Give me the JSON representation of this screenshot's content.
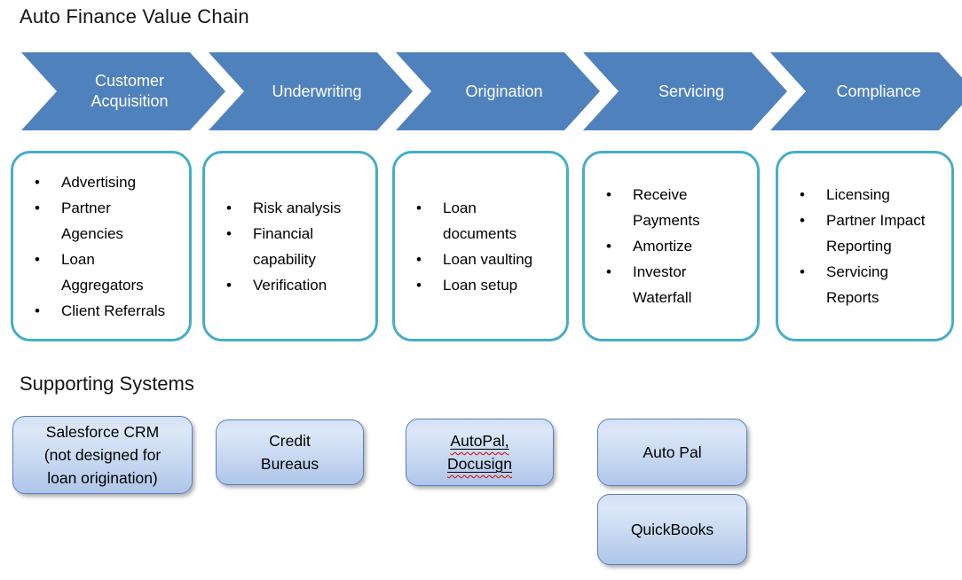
{
  "title": "Auto Finance Value Chain",
  "bullet_char": "•",
  "stages": [
    {
      "label": "Customer Acquisition",
      "items": [
        "Advertising",
        "Partner Agencies",
        "Loan Aggregators",
        "Client Referrals"
      ]
    },
    {
      "label": "Underwriting",
      "items": [
        "Risk analysis",
        "Financial capability",
        "Verification"
      ]
    },
    {
      "label": "Origination",
      "items": [
        "Loan documents",
        "Loan vaulting",
        "Loan setup"
      ]
    },
    {
      "label": "Servicing",
      "items": [
        "Receive Payments",
        "Amortize",
        "Investor Waterfall"
      ]
    },
    {
      "label": "Compliance",
      "items": [
        "Licensing",
        "Partner Impact Reporting",
        "Servicing Reports"
      ]
    }
  ],
  "supporting": {
    "heading": "Supporting Systems",
    "systems": [
      {
        "name": "Salesforce CRM (not designed for loan origination)",
        "lines": [
          "Salesforce CRM",
          "(not designed for",
          "loan origination)"
        ]
      },
      {
        "name": "Credit Bureaus",
        "lines": [
          "Credit",
          "Bureaus"
        ]
      },
      {
        "name": "AutoPal, Docusign",
        "lines": [
          "AutoPal,",
          "Docusign"
        ],
        "underlined": true,
        "spellcheck_flagged": true
      },
      {
        "name": "Auto Pal",
        "lines": [
          "Auto Pal"
        ]
      },
      {
        "name": "QuickBooks",
        "lines": [
          "QuickBooks"
        ]
      }
    ]
  },
  "colors": {
    "chevron_fill": "#4f81bd",
    "chevron_text": "#ffffff",
    "detail_box_border": "#45aec8",
    "system_box_border": "#5b7fc1",
    "system_box_fill_top": "#dce8f8",
    "system_box_fill_bottom": "#afc5e9",
    "spellcheck_squiggle": "#e00000",
    "text": "#000000",
    "background": "#ffffff"
  }
}
